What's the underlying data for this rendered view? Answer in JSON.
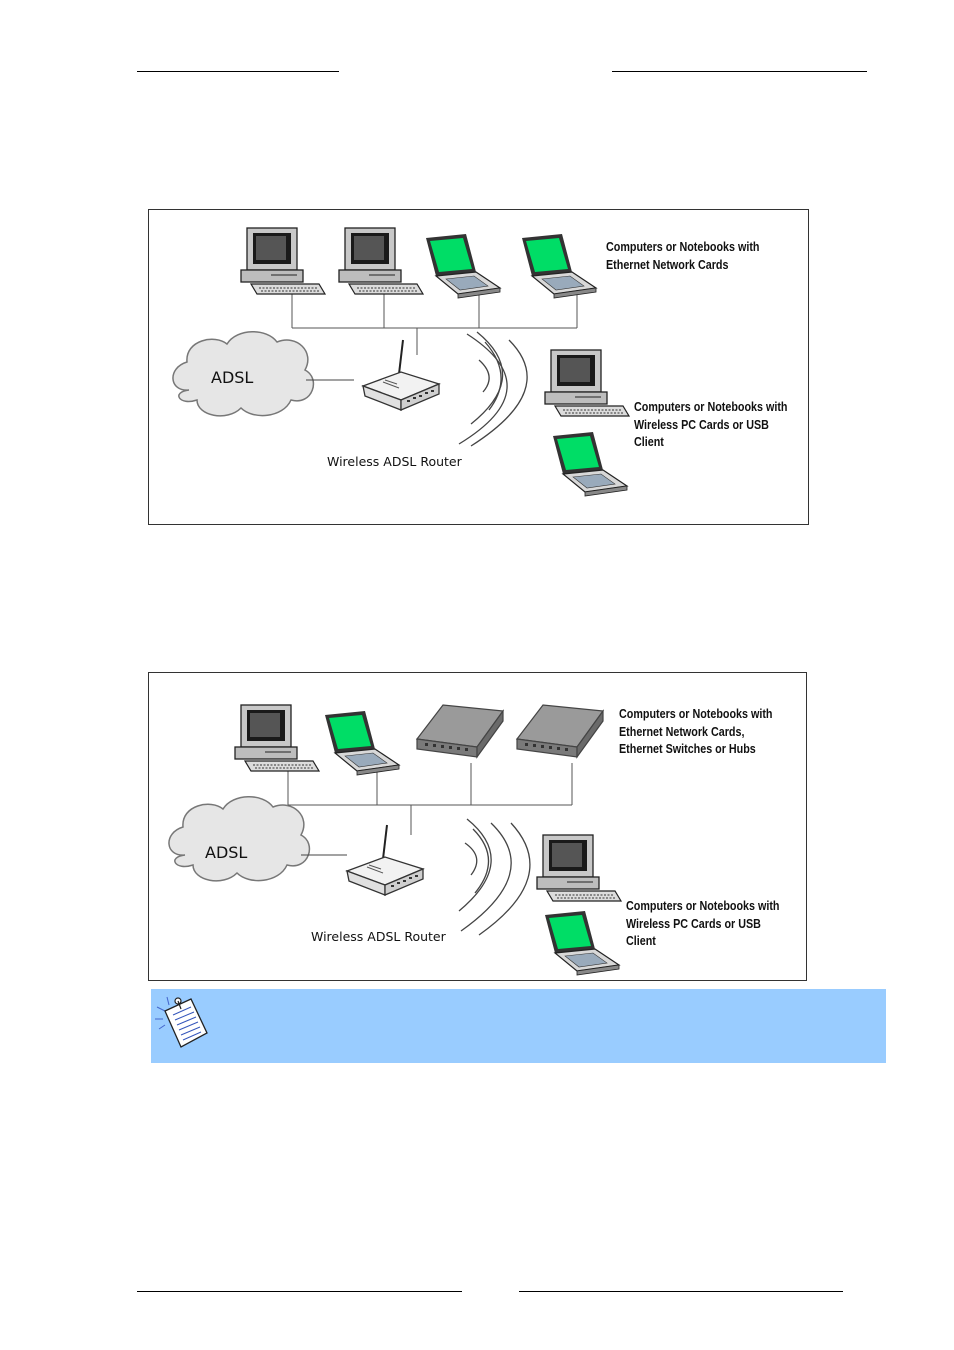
{
  "colors": {
    "note_bg": "#99ccff",
    "screen": "#00dd66"
  },
  "figure1": {
    "adsl": "ADSL",
    "router": "Wireless ADSL Router",
    "wired_label": [
      "Computers or Notebooks with",
      "Ethernet Network Cards"
    ],
    "wireless_label": [
      "Computers or Notebooks with",
      "Wireless PC Cards or USB",
      "Client"
    ]
  },
  "figure2": {
    "adsl": "ADSL",
    "router": "Wireless ADSL Router",
    "wired_label": [
      "Computers or Notebooks with",
      "Ethernet Network Cards,",
      "Ethernet Switches or Hubs"
    ],
    "wireless_label": [
      "Computers or Notebooks with",
      "Wireless PC Cards or USB",
      "Client"
    ]
  },
  "note": {
    "icon": "note-paper-icon"
  }
}
